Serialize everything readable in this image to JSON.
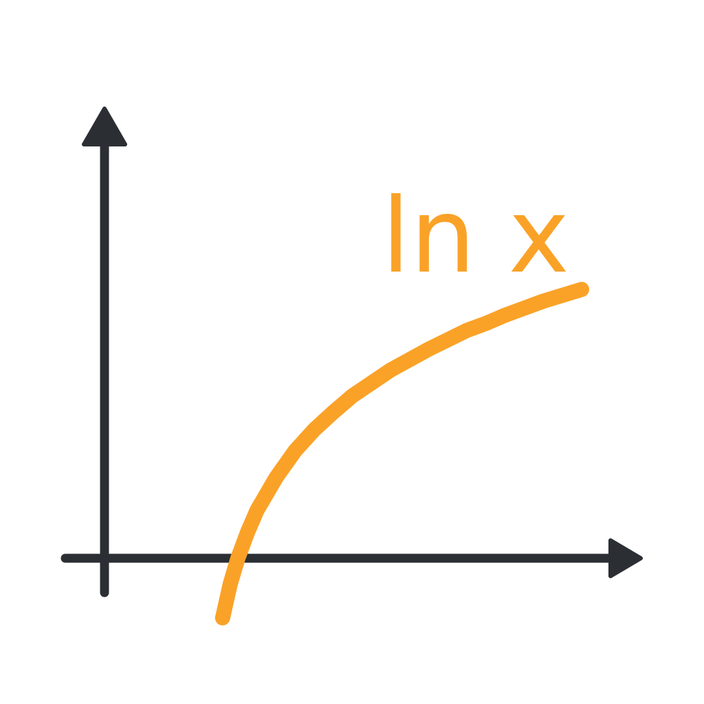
{
  "chart_data": {
    "type": "line",
    "function": "ln(x)",
    "xlim": [
      0,
      10
    ],
    "ylim": [
      -0.5,
      4.2
    ],
    "grid": false,
    "series": [
      {
        "name": "ln x",
        "color": "#FAA227",
        "x": [
          0.6,
          0.8,
          1,
          1.25,
          1.5,
          2,
          2.5,
          3,
          3.5,
          4,
          4.5,
          5,
          5.5,
          6,
          6.5,
          7,
          7.5,
          8,
          8.5,
          9,
          9.5,
          10
        ],
        "y": [
          -0.51,
          -0.22,
          0,
          0.22,
          0.41,
          0.69,
          0.92,
          1.1,
          1.25,
          1.39,
          1.5,
          1.61,
          1.7,
          1.79,
          1.87,
          1.95,
          2.01,
          2.08,
          2.14,
          2.2,
          2.25,
          2.3
        ]
      }
    ],
    "annotations": [
      {
        "text": "ln x",
        "position": "above-right-end-of-curve"
      }
    ]
  },
  "colors": {
    "axis": "#2B2F33",
    "curve": "#FAA227"
  }
}
